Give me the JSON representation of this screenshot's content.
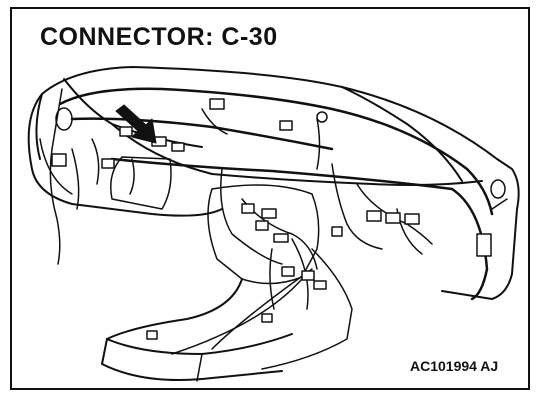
{
  "heading": "CONNECTOR: C-30",
  "figure_code": "AC101994 AJ",
  "colors": {
    "line": "#111111",
    "background": "#ffffff"
  },
  "figure": {
    "subject": "instrument-panel-harness",
    "highlighted_connector": "C-30",
    "pointer": "arrow-icon"
  }
}
